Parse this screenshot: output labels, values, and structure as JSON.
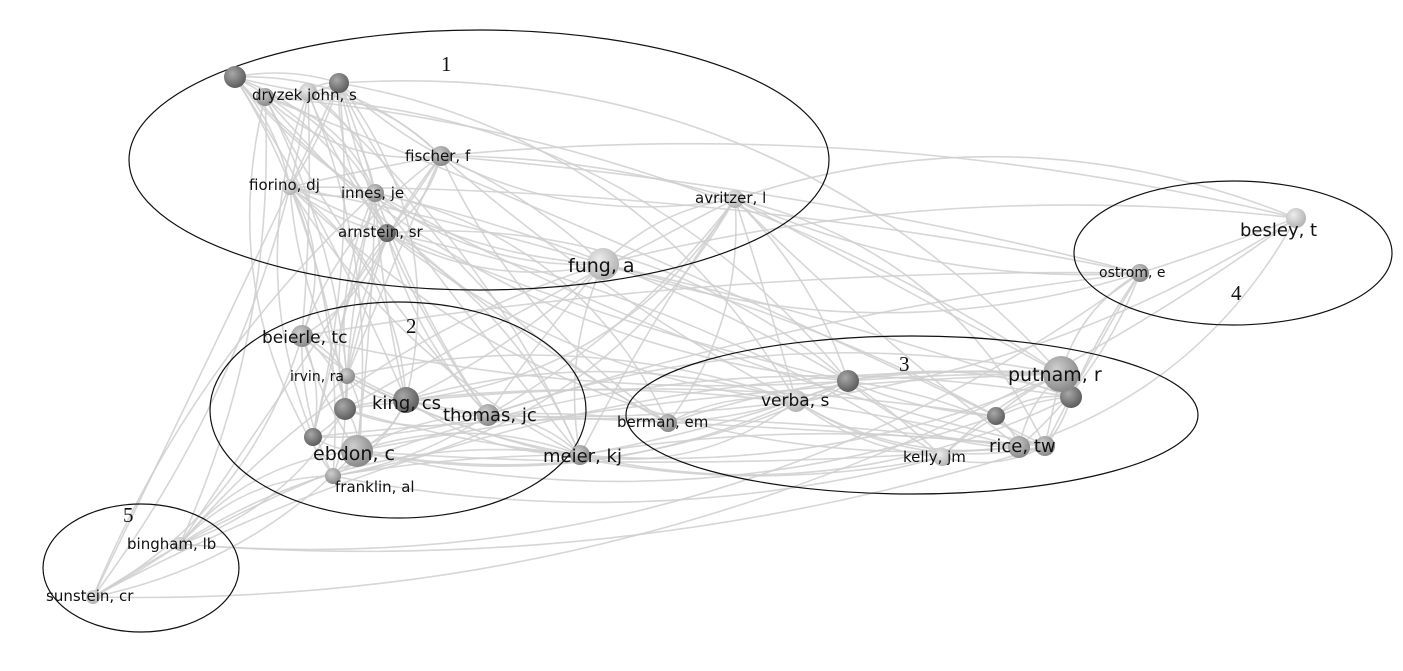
{
  "clusters": [
    {
      "id": "1",
      "label": "1"
    },
    {
      "id": "2",
      "label": "2"
    },
    {
      "id": "3",
      "label": "3"
    },
    {
      "id": "4",
      "label": "4"
    },
    {
      "id": "5",
      "label": "5"
    }
  ],
  "nodes": [
    {
      "id": "dryzek",
      "label": "dryzek john, s",
      "cluster": "1"
    },
    {
      "id": "fischer",
      "label": "fischer, f",
      "cluster": "1"
    },
    {
      "id": "fiorino",
      "label": "fiorino, dj",
      "cluster": "1"
    },
    {
      "id": "innes",
      "label": "innes, je",
      "cluster": "1"
    },
    {
      "id": "avritzer",
      "label": "avritzer, l",
      "cluster": "1"
    },
    {
      "id": "arnstein",
      "label": "arnstein, sr",
      "cluster": "1"
    },
    {
      "id": "fung",
      "label": "fung, a",
      "cluster": "1"
    },
    {
      "id": "besley",
      "label": "besley, t",
      "cluster": "4"
    },
    {
      "id": "ostrom",
      "label": "ostrom, e",
      "cluster": "4"
    },
    {
      "id": "beierle",
      "label": "beierle, tc",
      "cluster": "2"
    },
    {
      "id": "irvin",
      "label": "irvin, ra",
      "cluster": "2"
    },
    {
      "id": "king",
      "label": "king, cs",
      "cluster": "2"
    },
    {
      "id": "thomas",
      "label": "thomas, jc",
      "cluster": "2"
    },
    {
      "id": "ebdon",
      "label": "ebdon, c",
      "cluster": "2"
    },
    {
      "id": "franklin",
      "label": "franklin, al",
      "cluster": "2"
    },
    {
      "id": "meier",
      "label": "meier, kj",
      "cluster": "2"
    },
    {
      "id": "berman",
      "label": "berman, em",
      "cluster": "3"
    },
    {
      "id": "verba",
      "label": "verba, s",
      "cluster": "3"
    },
    {
      "id": "putnam",
      "label": "putnam, r",
      "cluster": "3"
    },
    {
      "id": "rice",
      "label": "rice, tw",
      "cluster": "3"
    },
    {
      "id": "kelly",
      "label": "kelly, jm",
      "cluster": "3"
    },
    {
      "id": "bingham",
      "label": "bingham, lb",
      "cluster": "5"
    },
    {
      "id": "sunstein",
      "label": "sunstein, cr",
      "cluster": "5"
    }
  ],
  "colors": {
    "edge": "#cfcfcf",
    "node_dark": "#707070",
    "node_mid": "#9a9a9a",
    "node_light": "#c4c4c4",
    "cluster_outline": "#111111",
    "text": "#111111"
  }
}
